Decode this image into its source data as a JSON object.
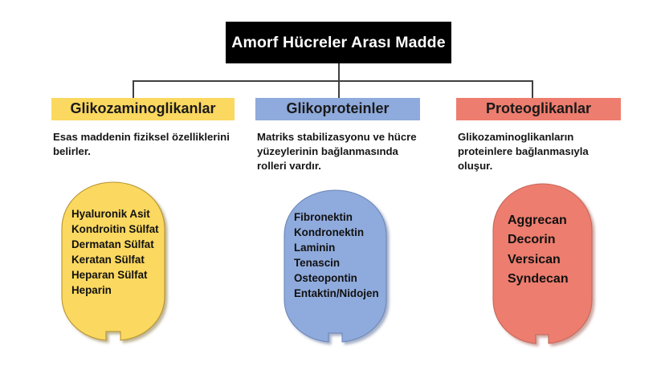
{
  "diagram": {
    "root": {
      "label": "Amorf Hücreler Arası Madde",
      "background": "#000000",
      "text_color": "#ffffff"
    },
    "branches": [
      {
        "id": "glikozaminoglikanlar",
        "header": "Glikozaminoglikanlar",
        "header_color": "#fbd85f",
        "description": "Esas maddenin fiziksel özelliklerini belirler.",
        "shape_color": "#fbd85f",
        "items": [
          "Hyaluronik Asit",
          "Kondroitin Sülfat",
          "Dermatan Sülfat",
          "Keratan Sülfat",
          "Heparan Sülfat",
          "Heparin"
        ]
      },
      {
        "id": "glikoproteinler",
        "header": "Glikoproteinler",
        "header_color": "#8faadc",
        "description": "Matriks stabilizasyonu ve hücre yüzeylerinin bağlanmasında rolleri vardır.",
        "shape_color": "#8faadc",
        "items": [
          "Fibronektin",
          "Kondronektin",
          "Laminin",
          "Tenascin",
          "Osteopontin",
          "Entaktin/Nidojen"
        ]
      },
      {
        "id": "proteoglikanlar",
        "header": "Proteoglikanlar",
        "header_color": "#ed7d6e",
        "description": "Glikozaminoglikanların proteinlere bağlanmasıyla oluşur.",
        "shape_color": "#ed7d6e",
        "items": [
          "Aggrecan",
          "Decorin",
          "Versican",
          "Syndecan"
        ]
      }
    ],
    "background": "#ffffff",
    "connector_color": "#3f3f3f"
  }
}
